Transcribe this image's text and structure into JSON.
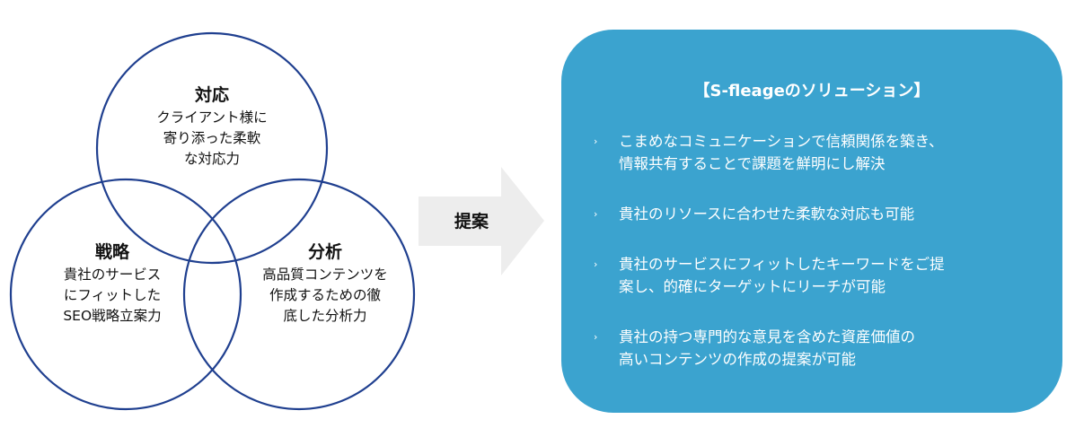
{
  "venn": {
    "taiou": {
      "title": "対応",
      "lines": [
        "クライアント様に",
        "寄り添った柔軟",
        "な対応力"
      ]
    },
    "senryaku": {
      "title": "戦略",
      "lines": [
        "貴社のサービス",
        "にフィットした",
        "SEO戦略立案力"
      ]
    },
    "bunseki": {
      "title": "分析",
      "lines": [
        "高品質コンテンツを",
        "作成するための徹",
        "底した分析力"
      ]
    }
  },
  "arrow": {
    "label": "提案"
  },
  "panel": {
    "title": "【S-fleageのソリューション】",
    "bullet_glyph": "›",
    "items": [
      {
        "lines": [
          "こまめなコミュニケーションで信頼関係を築き、",
          "情報共有することで課題を鮮明にし解決"
        ]
      },
      {
        "lines": [
          "貴社のリソースに合わせた柔軟な対応も可能"
        ]
      },
      {
        "lines": [
          "貴社のサービスにフィットしたキーワードをご提",
          "案し、的確にターゲットにリーチが可能"
        ]
      },
      {
        "lines": [
          "貴社の持つ専門的な意見を含めた資産価値の",
          "高いコンテンツの作成の提案が可能"
        ]
      }
    ],
    "background_color": "#3ba3cf",
    "text_color": "#ffffff"
  },
  "colors": {
    "circle_stroke": "#1f3f8f",
    "arrow_fill": "#ededed"
  }
}
